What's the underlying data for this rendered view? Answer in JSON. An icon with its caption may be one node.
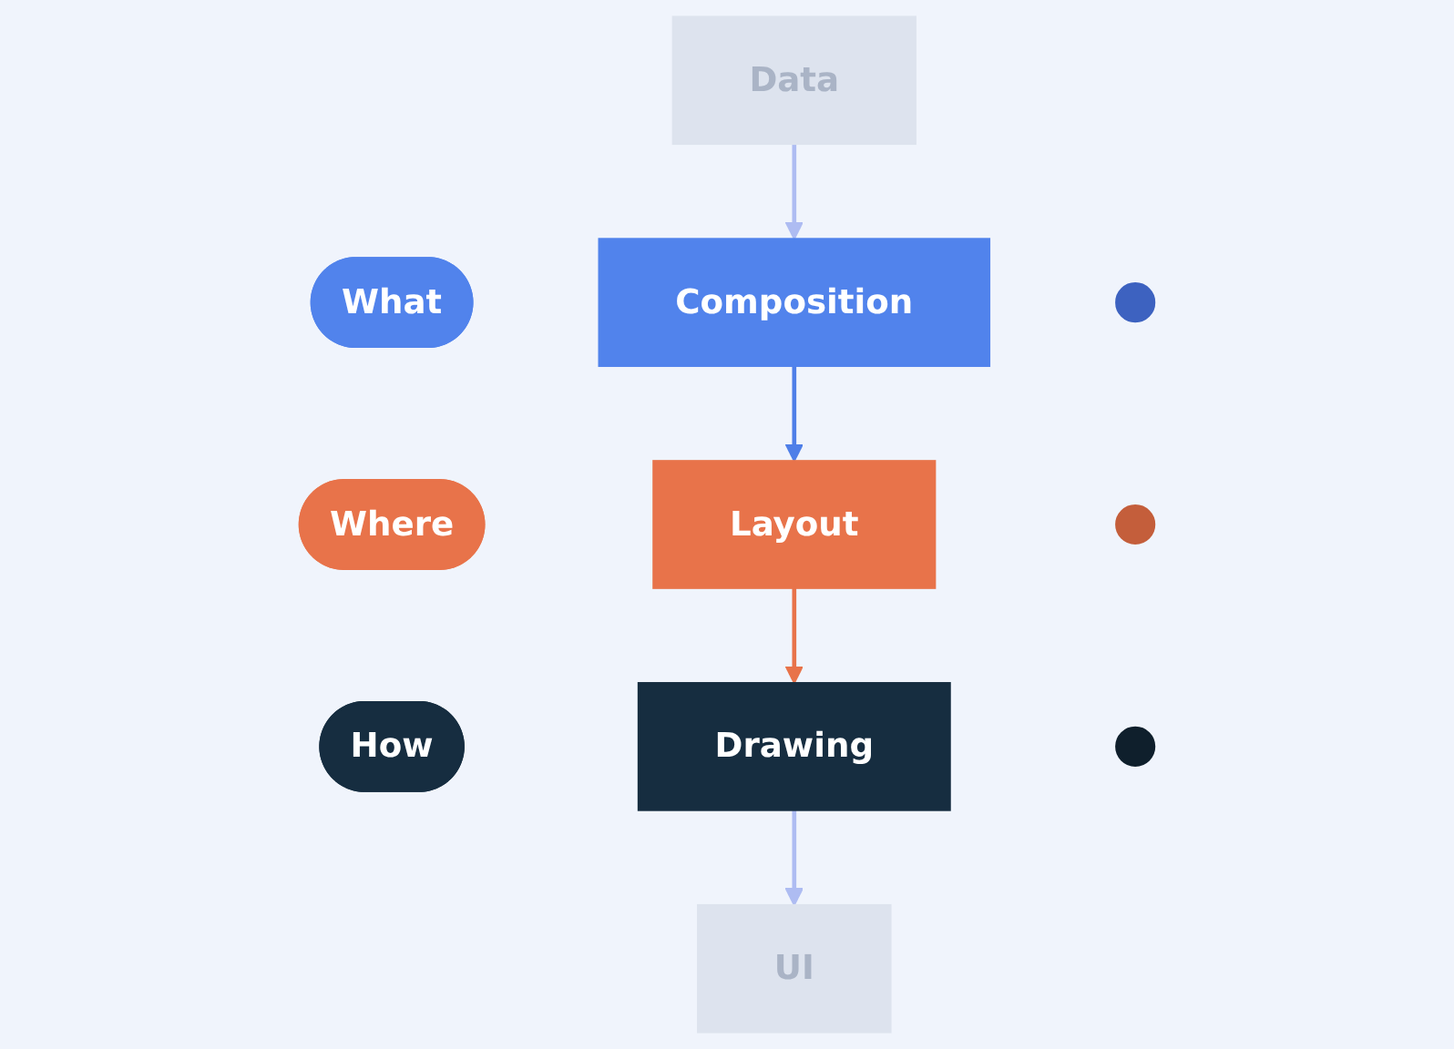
{
  "diagram": {
    "nodes": [
      {
        "text": [
          "Data"
        ]
      },
      {
        "text": [
          "What"
        ]
      },
      {
        "text": [
          "Composition"
        ]
      },
      {
        "text": [],
        "shape": "circle"
      },
      {
        "text": [
          "Where"
        ]
      },
      {
        "text": [
          "Layout"
        ]
      },
      {
        "text": [],
        "shape": "circle"
      },
      {
        "text": [
          "How"
        ]
      },
      {
        "text": [
          "Drawing"
        ]
      },
      {
        "text": [],
        "shape": "circle"
      },
      {
        "text": [
          "UI"
        ]
      }
    ],
    "edges": [
      {
        "from": 0,
        "to": 2,
        "arrow": "to",
        "color": "#aebcf2"
      },
      {
        "from": 2,
        "to": 5,
        "arrow": "to",
        "color": "#4f7fe8"
      },
      {
        "from": 5,
        "to": 8,
        "arrow": "to",
        "color": "#e8734a"
      },
      {
        "from": 8,
        "to": 10,
        "arrow": "to",
        "color": "#aebcf2"
      }
    ]
  }
}
